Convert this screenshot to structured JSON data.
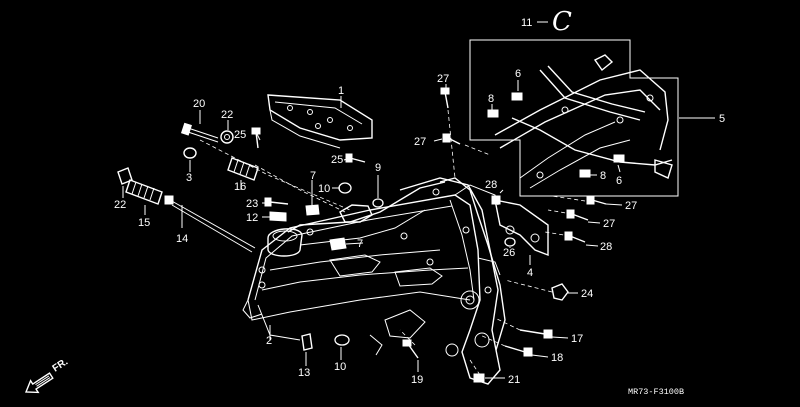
{
  "callouts": {
    "c1": "1",
    "c2": "2",
    "c3": "3",
    "c4": "4",
    "c5": "5",
    "c6a": "6",
    "c6b": "6",
    "c7a": "7",
    "c7b": "7",
    "c8a": "8",
    "c8b": "8",
    "c9": "9",
    "c10a": "10",
    "c10b": "10",
    "c11": "11",
    "c12": "12",
    "c13": "13",
    "c14": "14",
    "c15": "15",
    "c16": "16",
    "c17": "17",
    "c18": "18",
    "c19": "19",
    "c20": "20",
    "c21": "21",
    "c22a": "22",
    "c22b": "22",
    "c23": "23",
    "c24": "24",
    "c25a": "25",
    "c25b": "25",
    "c26": "26",
    "c27a": "27",
    "c27b": "27",
    "c27c": "27",
    "c27d": "27",
    "c28a": "28",
    "c28b": "28"
  },
  "handwritten_mark": "C",
  "direction_label": "FR.",
  "drawing_code": "MR73-F3100B"
}
